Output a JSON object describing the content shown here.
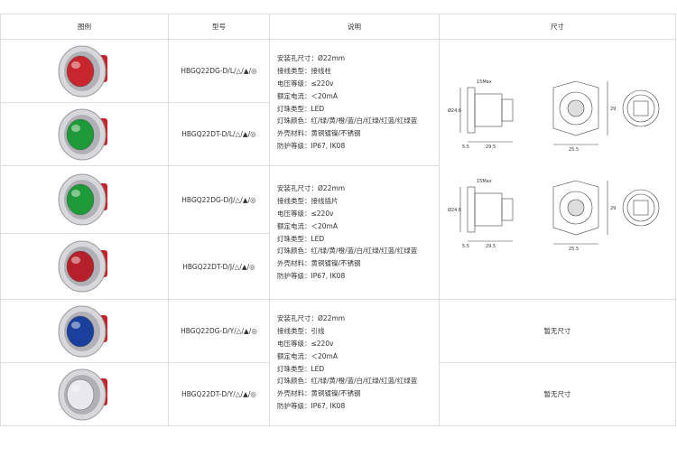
{
  "header": {
    "col_image": "图例",
    "col_model": "型号",
    "col_desc": "说明",
    "col_size": "尺寸"
  },
  "rows": [
    {
      "model": "HBGQ22DG-D/L/△/▲/◎",
      "lens": "#c8262e"
    },
    {
      "model": "HBGQ22DT-D/L/△/▲/◎",
      "lens": "#1f9a3a"
    },
    {
      "model": "HBGQ22DG-D/J/△/▲/◎",
      "lens": "#1f9a3a"
    },
    {
      "model": "HBGQ22DT-D/J/△/▲/◎",
      "lens": "#b5202a"
    },
    {
      "model": "HBGQ22DG-D/Y/△/▲/◎",
      "lens": "#1b3f9c"
    },
    {
      "model": "HBGQ22DT-D/Y/△/▲/◎",
      "lens": "#e8e8ee"
    }
  ],
  "descriptions": [
    [
      "安装孔尺寸：Ø22mm",
      "接线类型：接线柱",
      "电压等级：≤220v",
      "额定电流：＜20mA",
      "灯珠类型：LED",
      "灯珠颜色：红/绿/黄/橙/蓝/白/红绿/红蓝/红绿蓝",
      "外壳材料：黄铜镀镍/不锈钢",
      "防护等级：IP67, IK08"
    ],
    [
      "安装孔尺寸：Ø22mm",
      "接线类型：接线插片",
      "电压等级：≤220v",
      "额定电流：＜20mA",
      "灯珠类型：LED",
      "灯珠颜色：红/绿/黄/橙/蓝/白/红绿/红蓝/红绿蓝",
      "外壳材料：黄铜镀镍/不锈钢",
      "防护等级：IP67, IK08"
    ],
    [
      "安装孔尺寸：Ø22mm",
      "接线类型：引线",
      "电压等级：≤220v",
      "额定电流：＜20mA",
      "灯珠类型：LED",
      "灯珠颜色：红/绿/黄/橙/蓝/白/红绿/红蓝/红绿蓝",
      "外壳材料：黄铜镀镍/不锈钢",
      "防护等级：IP67, IK08"
    ]
  ],
  "size": {
    "no_size": "暂无尺寸",
    "dims": {
      "d1": "Ø24.6",
      "d2": "29.5",
      "d3": "5.5",
      "d4": "25.5",
      "d5": "29",
      "d6": "15Max"
    }
  }
}
